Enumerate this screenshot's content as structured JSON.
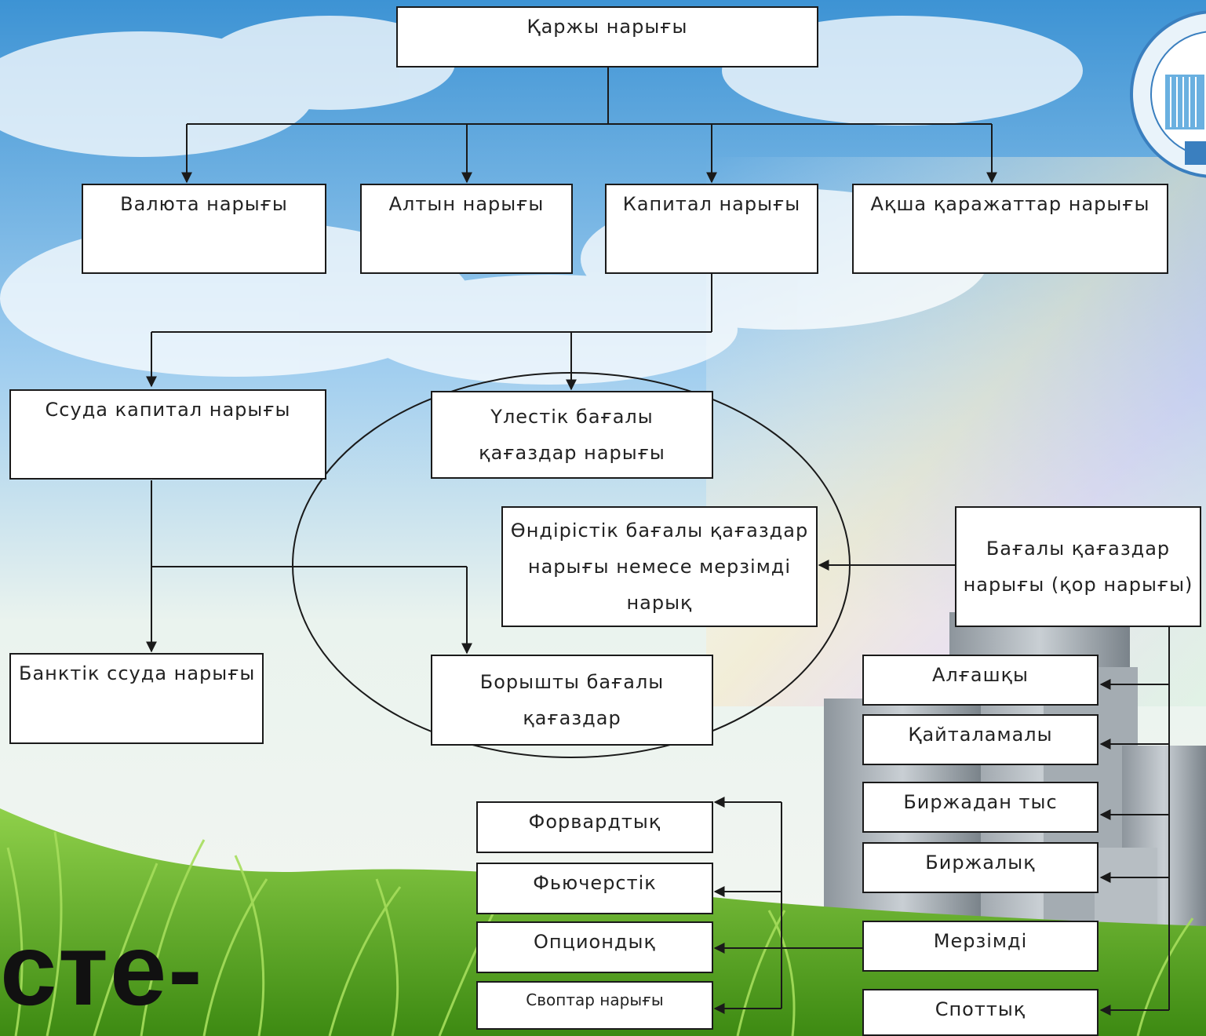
{
  "diagram": {
    "root": "Қаржы нарығы",
    "level1": [
      "Валюта нарығы",
      "Алтын нарығы",
      "Капитал нарығы",
      "Ақша қаражаттар нарығы"
    ],
    "loan_capital": "Ссуда капитал нарығы",
    "bank_loan": "Банктік ссуда нарығы",
    "equity_securities": [
      "Үлестік бағалы",
      "қағаздар нарығы"
    ],
    "derivatives_market": [
      "Өндірістік бағалы қағаздар",
      "нарығы  немесе мерзімді",
      "нарық"
    ],
    "debt_securities": [
      "Борышты бағалы",
      "қағаздар"
    ],
    "securities_market": [
      "Бағалы қағаздар",
      "нарығы (қор нарығы)"
    ],
    "right_column": [
      "Алғашқы",
      "Қайталамалы",
      "Биржадан тыс",
      "Биржалық",
      "Мерзімді",
      "Споттық"
    ],
    "derivative_types": [
      "Форвардтық",
      "Фьючерстік",
      "Опциондық",
      "Своптар нарығы"
    ]
  },
  "slogan": "сте-",
  "colors": {
    "sky_top": "#4a9fd8",
    "sky_mid": "#bfe0f5",
    "grass": "#5fae1e",
    "line": "#1a1a1a"
  }
}
